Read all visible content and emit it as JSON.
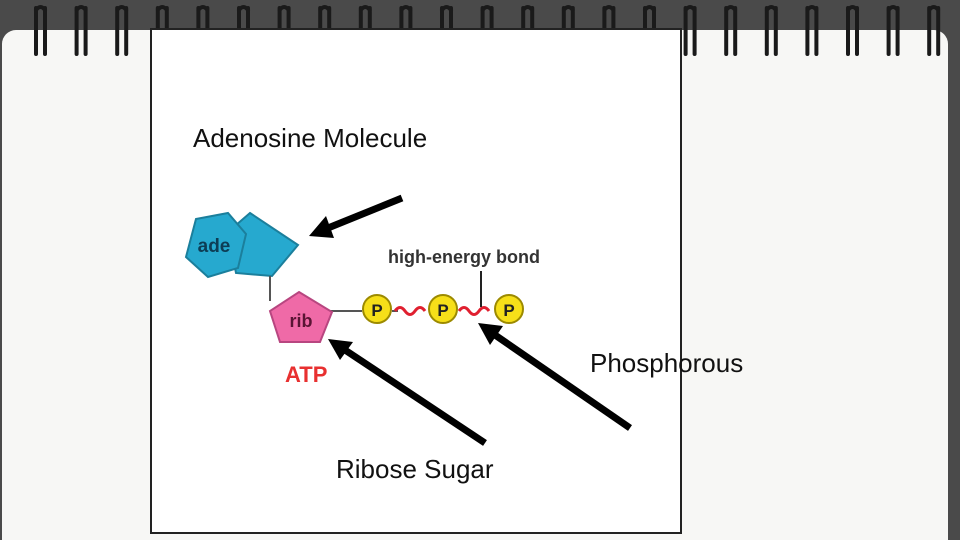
{
  "labels": {
    "adenosine": "Adenosine Molecule",
    "phosphorous": "Phosphorous",
    "ribose": "Ribose Sugar"
  },
  "molecule": {
    "adenine": "ade",
    "ribose": "rib",
    "phosphate": "P",
    "bond_label": "high-energy bond",
    "name": "ATP"
  },
  "colors": {
    "adenine": "#26a9cf",
    "ribose": "#ef6aa7",
    "phosphate": "#f6df19",
    "bond": "#e02030",
    "atp_label": "#e83030"
  }
}
